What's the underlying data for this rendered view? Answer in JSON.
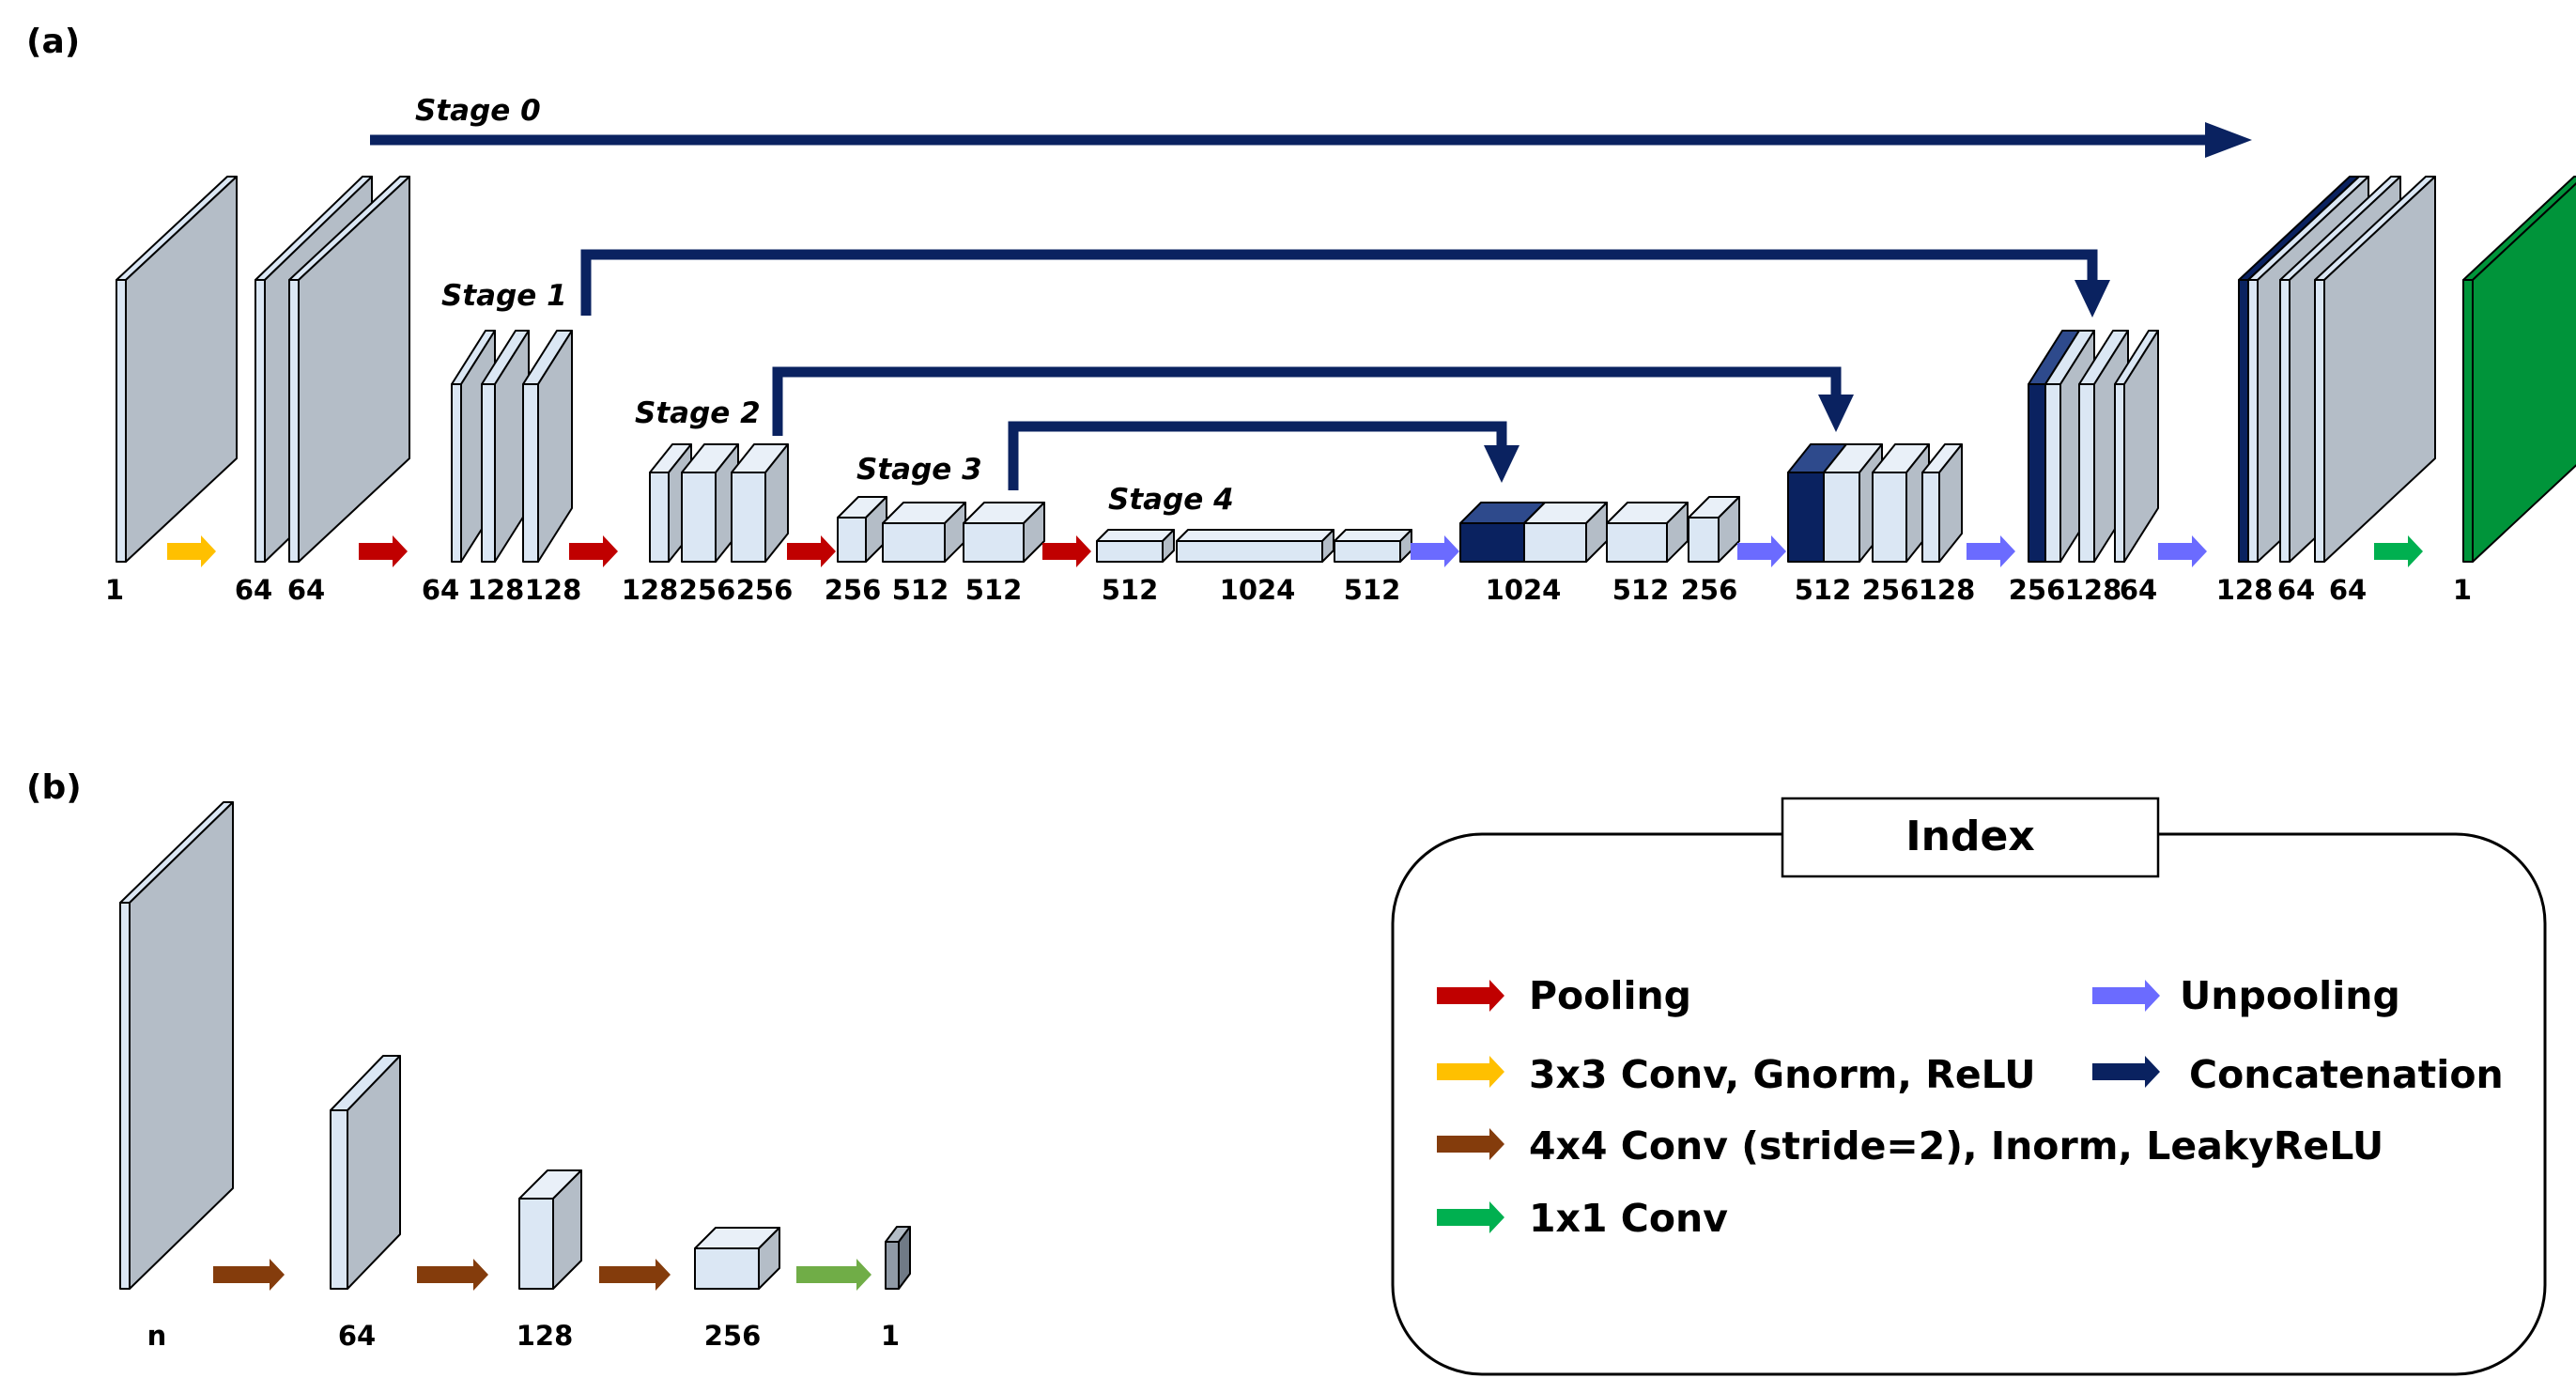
{
  "panel_a_label": "(a)",
  "panel_b_label": "(b)",
  "stages": [
    "Stage 0",
    "Stage 1",
    "Stage 2",
    "Stage 3",
    "Stage 4"
  ],
  "channels_a": [
    "1",
    "64",
    "64",
    "64",
    "128",
    "128",
    "128",
    "256",
    "256",
    "256",
    "512",
    "512",
    "512",
    "1024",
    "512",
    "1024",
    "512",
    "256",
    "512",
    "256",
    "128",
    "256",
    "128",
    "64",
    "128",
    "64",
    "64",
    "1"
  ],
  "channels_b": [
    "n",
    "64",
    "128",
    "256",
    "1"
  ],
  "legend": {
    "title": "Index",
    "items": [
      {
        "label": "Pooling",
        "color": "#c00000"
      },
      {
        "label": "Unpooling",
        "color": "#6b6bff"
      },
      {
        "label": "3x3 Conv, Gnorm, ReLU",
        "color": "#ffc000"
      },
      {
        "label": "Concatenation",
        "color": "#0a2260"
      },
      {
        "label": "4x4 Conv (stride=2), Inorm, LeakyReLU",
        "color": "#843c0c"
      },
      {
        "label": "1x1 Conv",
        "color": "#00b050"
      }
    ]
  },
  "colors": {
    "gray_face": "#b4bdc7",
    "light_blue": "#dbe7f4",
    "navy": "#0a2260",
    "navy_top": "#2e4a8c",
    "green": "#00943a",
    "green_light": "#70ad47",
    "pooling": "#c00000",
    "unpooling": "#6b6bff",
    "conv3": "#ffc000",
    "conv4": "#843c0c",
    "conv1": "#00b050",
    "concat": "#0a2260"
  }
}
